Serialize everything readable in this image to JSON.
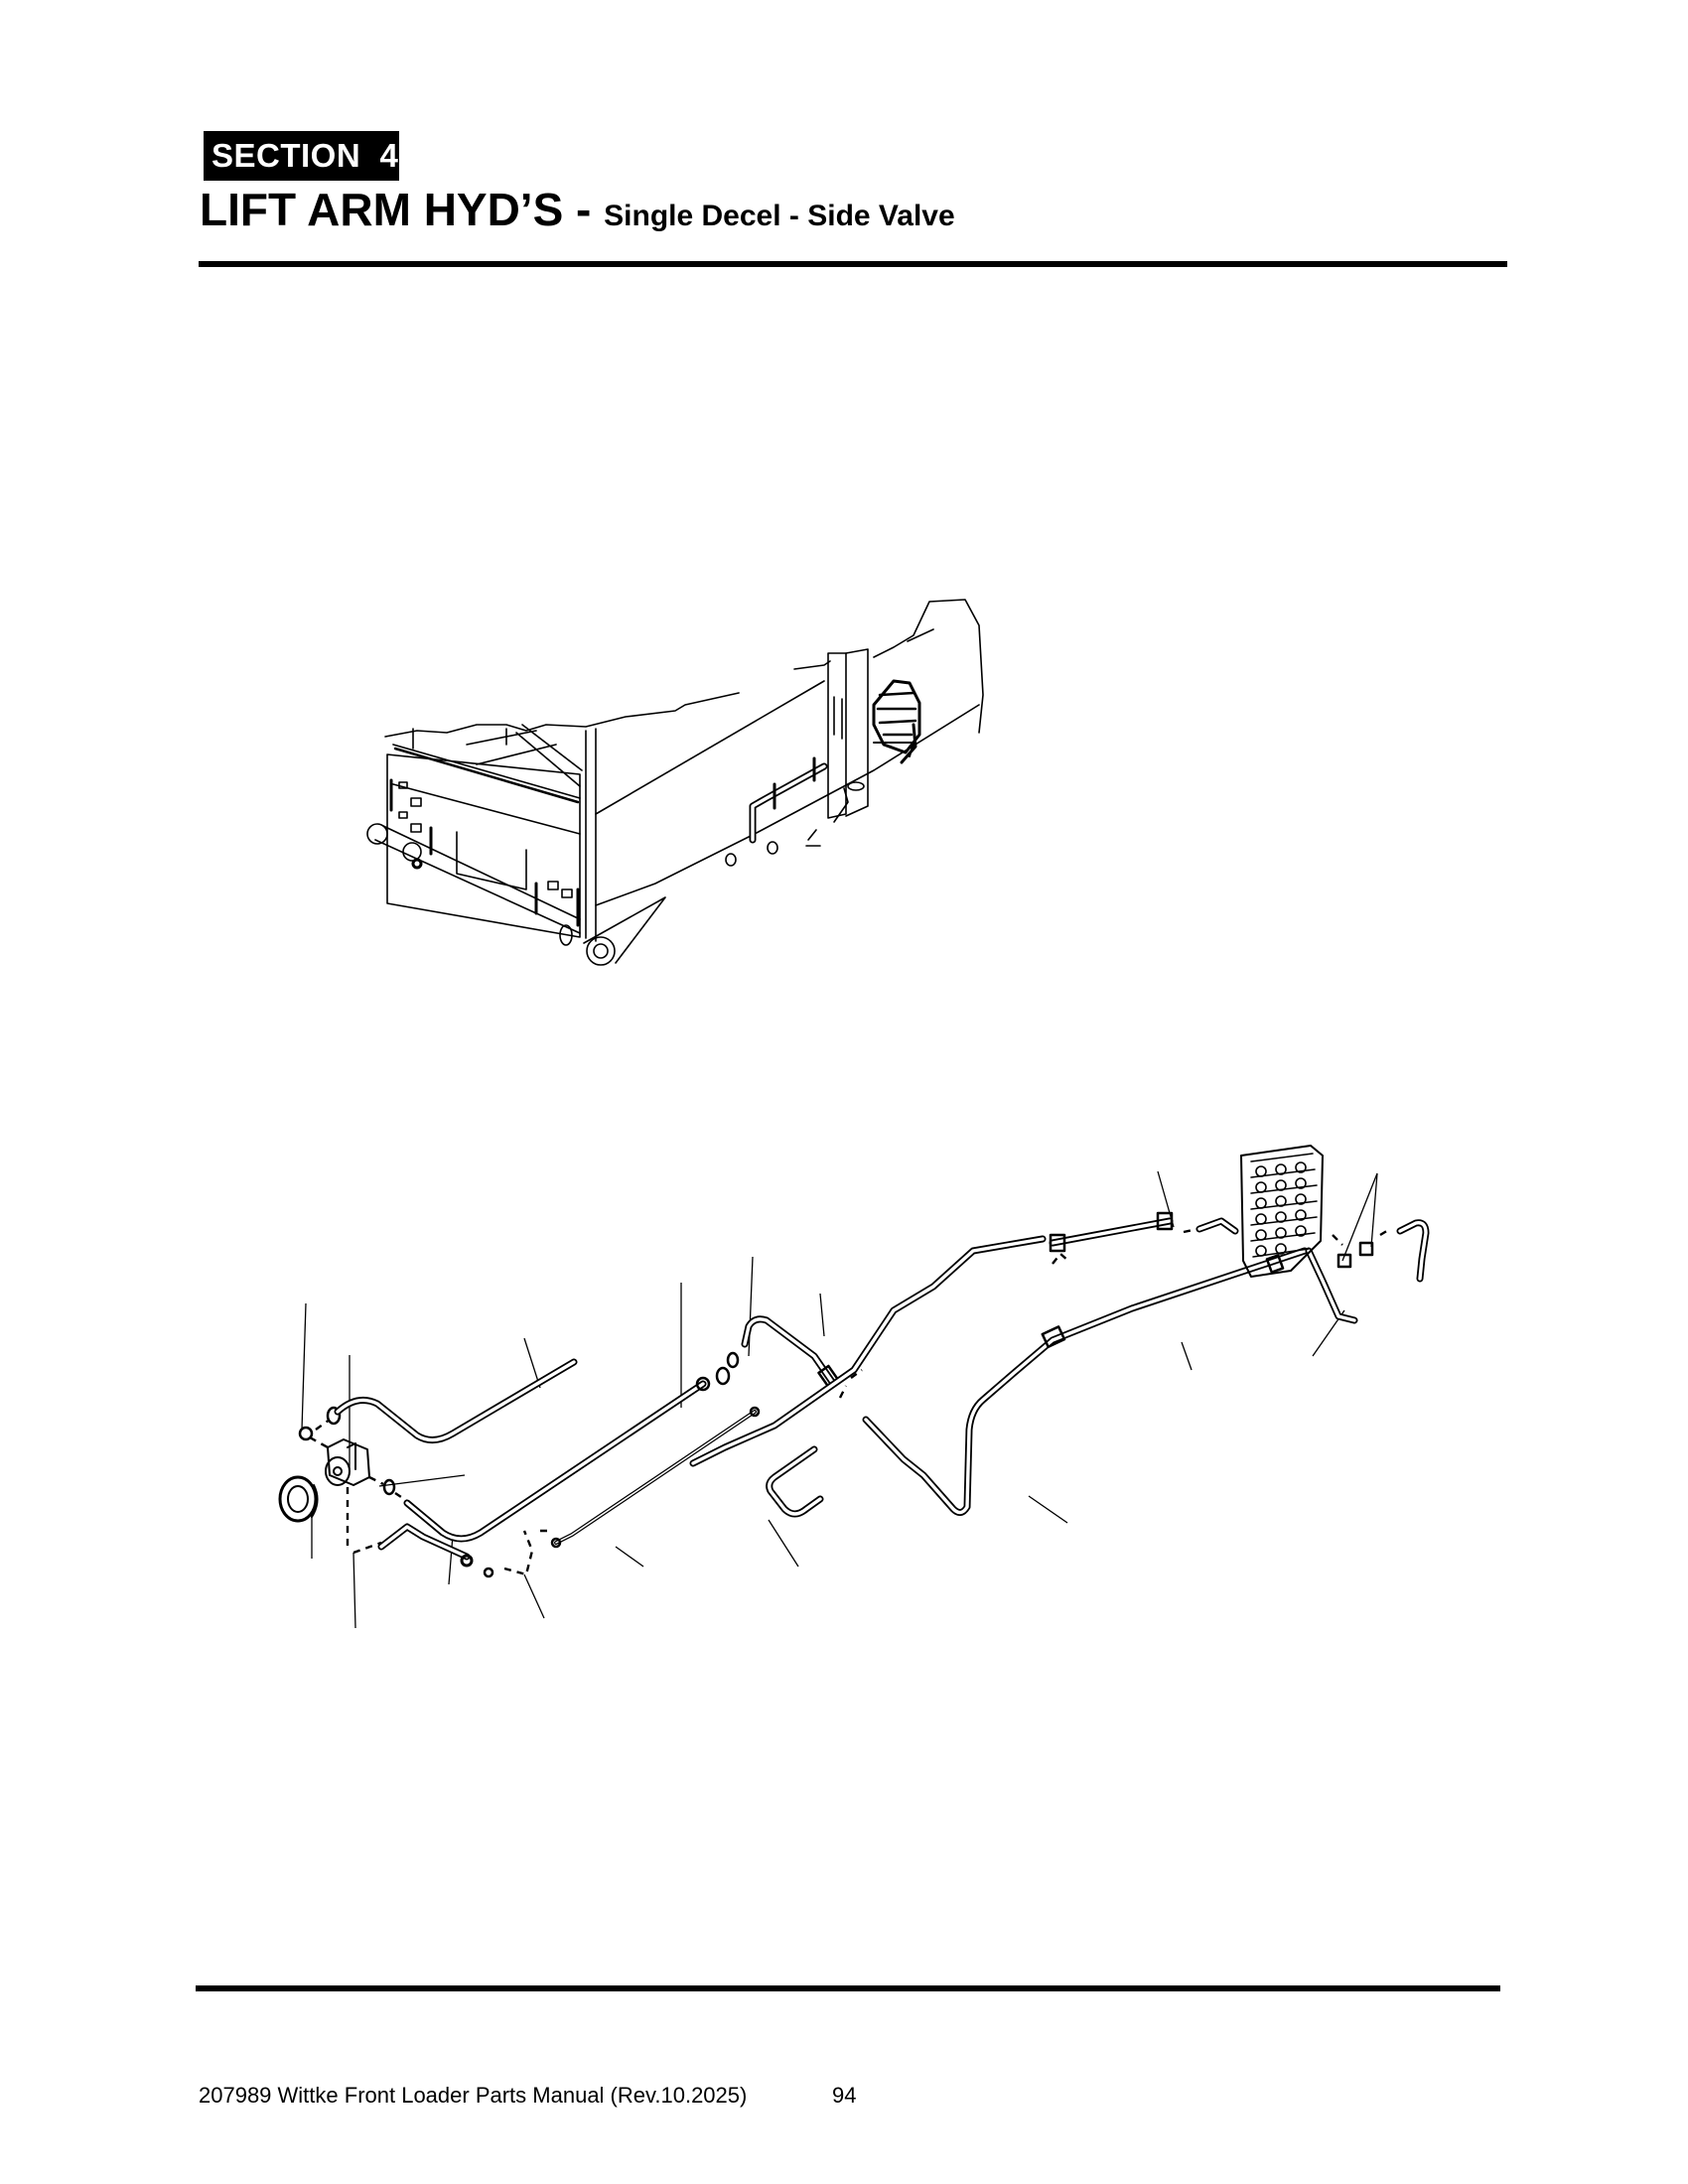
{
  "header": {
    "section_label": "SECTION  4",
    "title_main": "LIFT ARM HYD’S",
    "title_separator": " - ",
    "title_sub": "Single Decel - Side Valve"
  },
  "figures": {
    "upper": {
      "description": "Isometric line drawing of front loader body showing lift arm hydraulic routing and side-mounted control valve"
    },
    "lower": {
      "description": "Exploded parts diagram of lift arm hydraulic lines, fittings, decel valve and side-mounted control valve with unlabeled callout leader lines"
    }
  },
  "footer": {
    "document": "207989 Wittke Front Loader Parts Manual (Rev.10.2025)",
    "page_number": "94"
  }
}
